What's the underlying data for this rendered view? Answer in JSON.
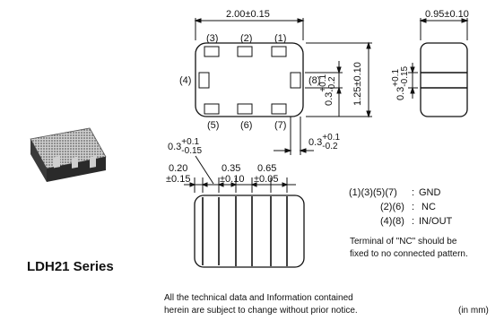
{
  "product": {
    "series": "LDH21 Series"
  },
  "top_view": {
    "length": "2.00±0.15",
    "width": "1.25±0.10",
    "pins": [
      "(1)",
      "(2)",
      "(3)",
      "(4)",
      "(5)",
      "(6)",
      "(7)",
      "(8)"
    ],
    "pad_width": {
      "base": "0.3",
      "plus": "+0.1",
      "minus": "-0.2"
    },
    "pad_length": {
      "base": "0.3",
      "plus": "+0.1",
      "minus": "-0.2"
    }
  },
  "side_view": {
    "thickness": "0.95±0.10",
    "pad": {
      "base": "0.3",
      "plus": "+0.1",
      "minus": "-0.15"
    }
  },
  "bottom_view": {
    "pad_width": {
      "base": "0.3",
      "plus": "+0.1",
      "minus": "-0.15"
    },
    "edge": {
      "value": "0.20",
      "tol": "±0.15"
    },
    "pad_gap": {
      "value": "0.35",
      "tol": "±0.10"
    },
    "pitch": {
      "value": "0.65",
      "tol": "±0.05"
    }
  },
  "pin_legend": [
    {
      "pins": "(1)(3)(5)(7)",
      "sep": ":",
      "func": "GND"
    },
    {
      "pins": "(2)(6)",
      "sep": ":",
      "func": "NC"
    },
    {
      "pins": "(4)(8)",
      "sep": ":",
      "func": "IN/OUT"
    }
  ],
  "note": [
    "Terminal of \"NC\" should be",
    "fixed to no connected pattern."
  ],
  "disclaimer": [
    "All the technical data and Information contained",
    "herein are subject to change without prior notice."
  ],
  "unit": "(in mm)"
}
